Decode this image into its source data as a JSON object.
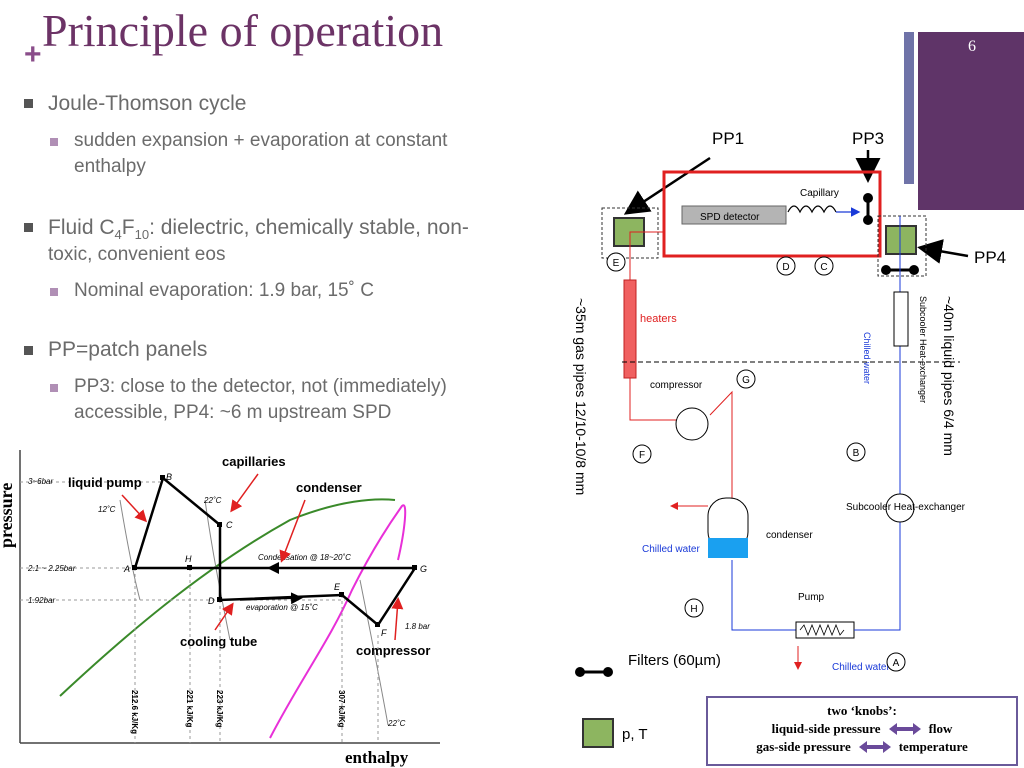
{
  "slide": {
    "title": "Principle of operation",
    "plus": "+",
    "number": "6"
  },
  "bullets": [
    {
      "text": "Joule-Thomson cycle",
      "sub": [
        "sudden expansion + evaporation at constant",
        "enthalpy"
      ]
    },
    {
      "fluid_pre": "Fluid C",
      "fluid_sub1": "4",
      "fluid_mid": "F",
      "fluid_sub2": "10",
      "fluid_post": ": dielectric, chemically stable, non-",
      "line2": "toxic, convenient eos",
      "sub": [
        "Nominal evaporation: 1.9 bar, 15˚ C"
      ]
    },
    {
      "text": "PP=patch panels",
      "sub": [
        "PP3: close to the detector, not (immediately)",
        "accessible, PP4: ~6 m upstream SPD"
      ]
    }
  ],
  "ph_diagram": {
    "ylabel": "pressure",
    "xlabel": "enthalpy",
    "pressure_labels": [
      "3~6bar",
      "2.1 ~ 2.25bar",
      "1.92bar",
      "1.8 bar"
    ],
    "temp_labels": [
      "12˚C",
      "22˚C",
      "22˚C"
    ],
    "enthalpy_labels": [
      "212.6 kJ/Kg",
      "221 kJ/Kg",
      "223 kJ/Kg",
      "307 kJ/Kg"
    ],
    "points": [
      "A",
      "B",
      "C",
      "D",
      "E",
      "F",
      "G",
      "H"
    ],
    "process_labels": [
      "Condensation @ 18~20˚C",
      "evaporation @ 15˚C"
    ],
    "annotations": [
      "capillaries",
      "condenser",
      "liquid pump",
      "cooling tube",
      "compressor"
    ]
  },
  "schematic": {
    "patch_panels": [
      "PP1",
      "PP3",
      "PP4"
    ],
    "components": [
      "SPD detector",
      "Capillary",
      "heaters",
      "compressor",
      "condenser",
      "Pump",
      "Subcooler Heat-exchanger",
      "Subcooler Heat-exchanger",
      "Chilled water",
      "Chilled water",
      "Chilled water"
    ],
    "nodes": [
      "E",
      "D",
      "C",
      "G",
      "F",
      "B",
      "H",
      "A"
    ],
    "pipes_gas": "~35m gas pipes 12/10-10/8 mm",
    "pipes_liquid": "~40m liquid pipes 6/4 mm"
  },
  "legend": {
    "filters": "Filters (60µm)",
    "pt": "p, T"
  },
  "knobs": {
    "title": "two ‘knobs’:",
    "row1_left": "liquid-side pressure",
    "row1_right": "flow",
    "row2_left": "gas-side pressure",
    "row2_right": "temperature"
  },
  "colors": {
    "title": "#6c3366",
    "panel": "#5f3468",
    "stripe": "#6f73a8",
    "pp_box": "#8db560",
    "red_box": "#e02020"
  }
}
